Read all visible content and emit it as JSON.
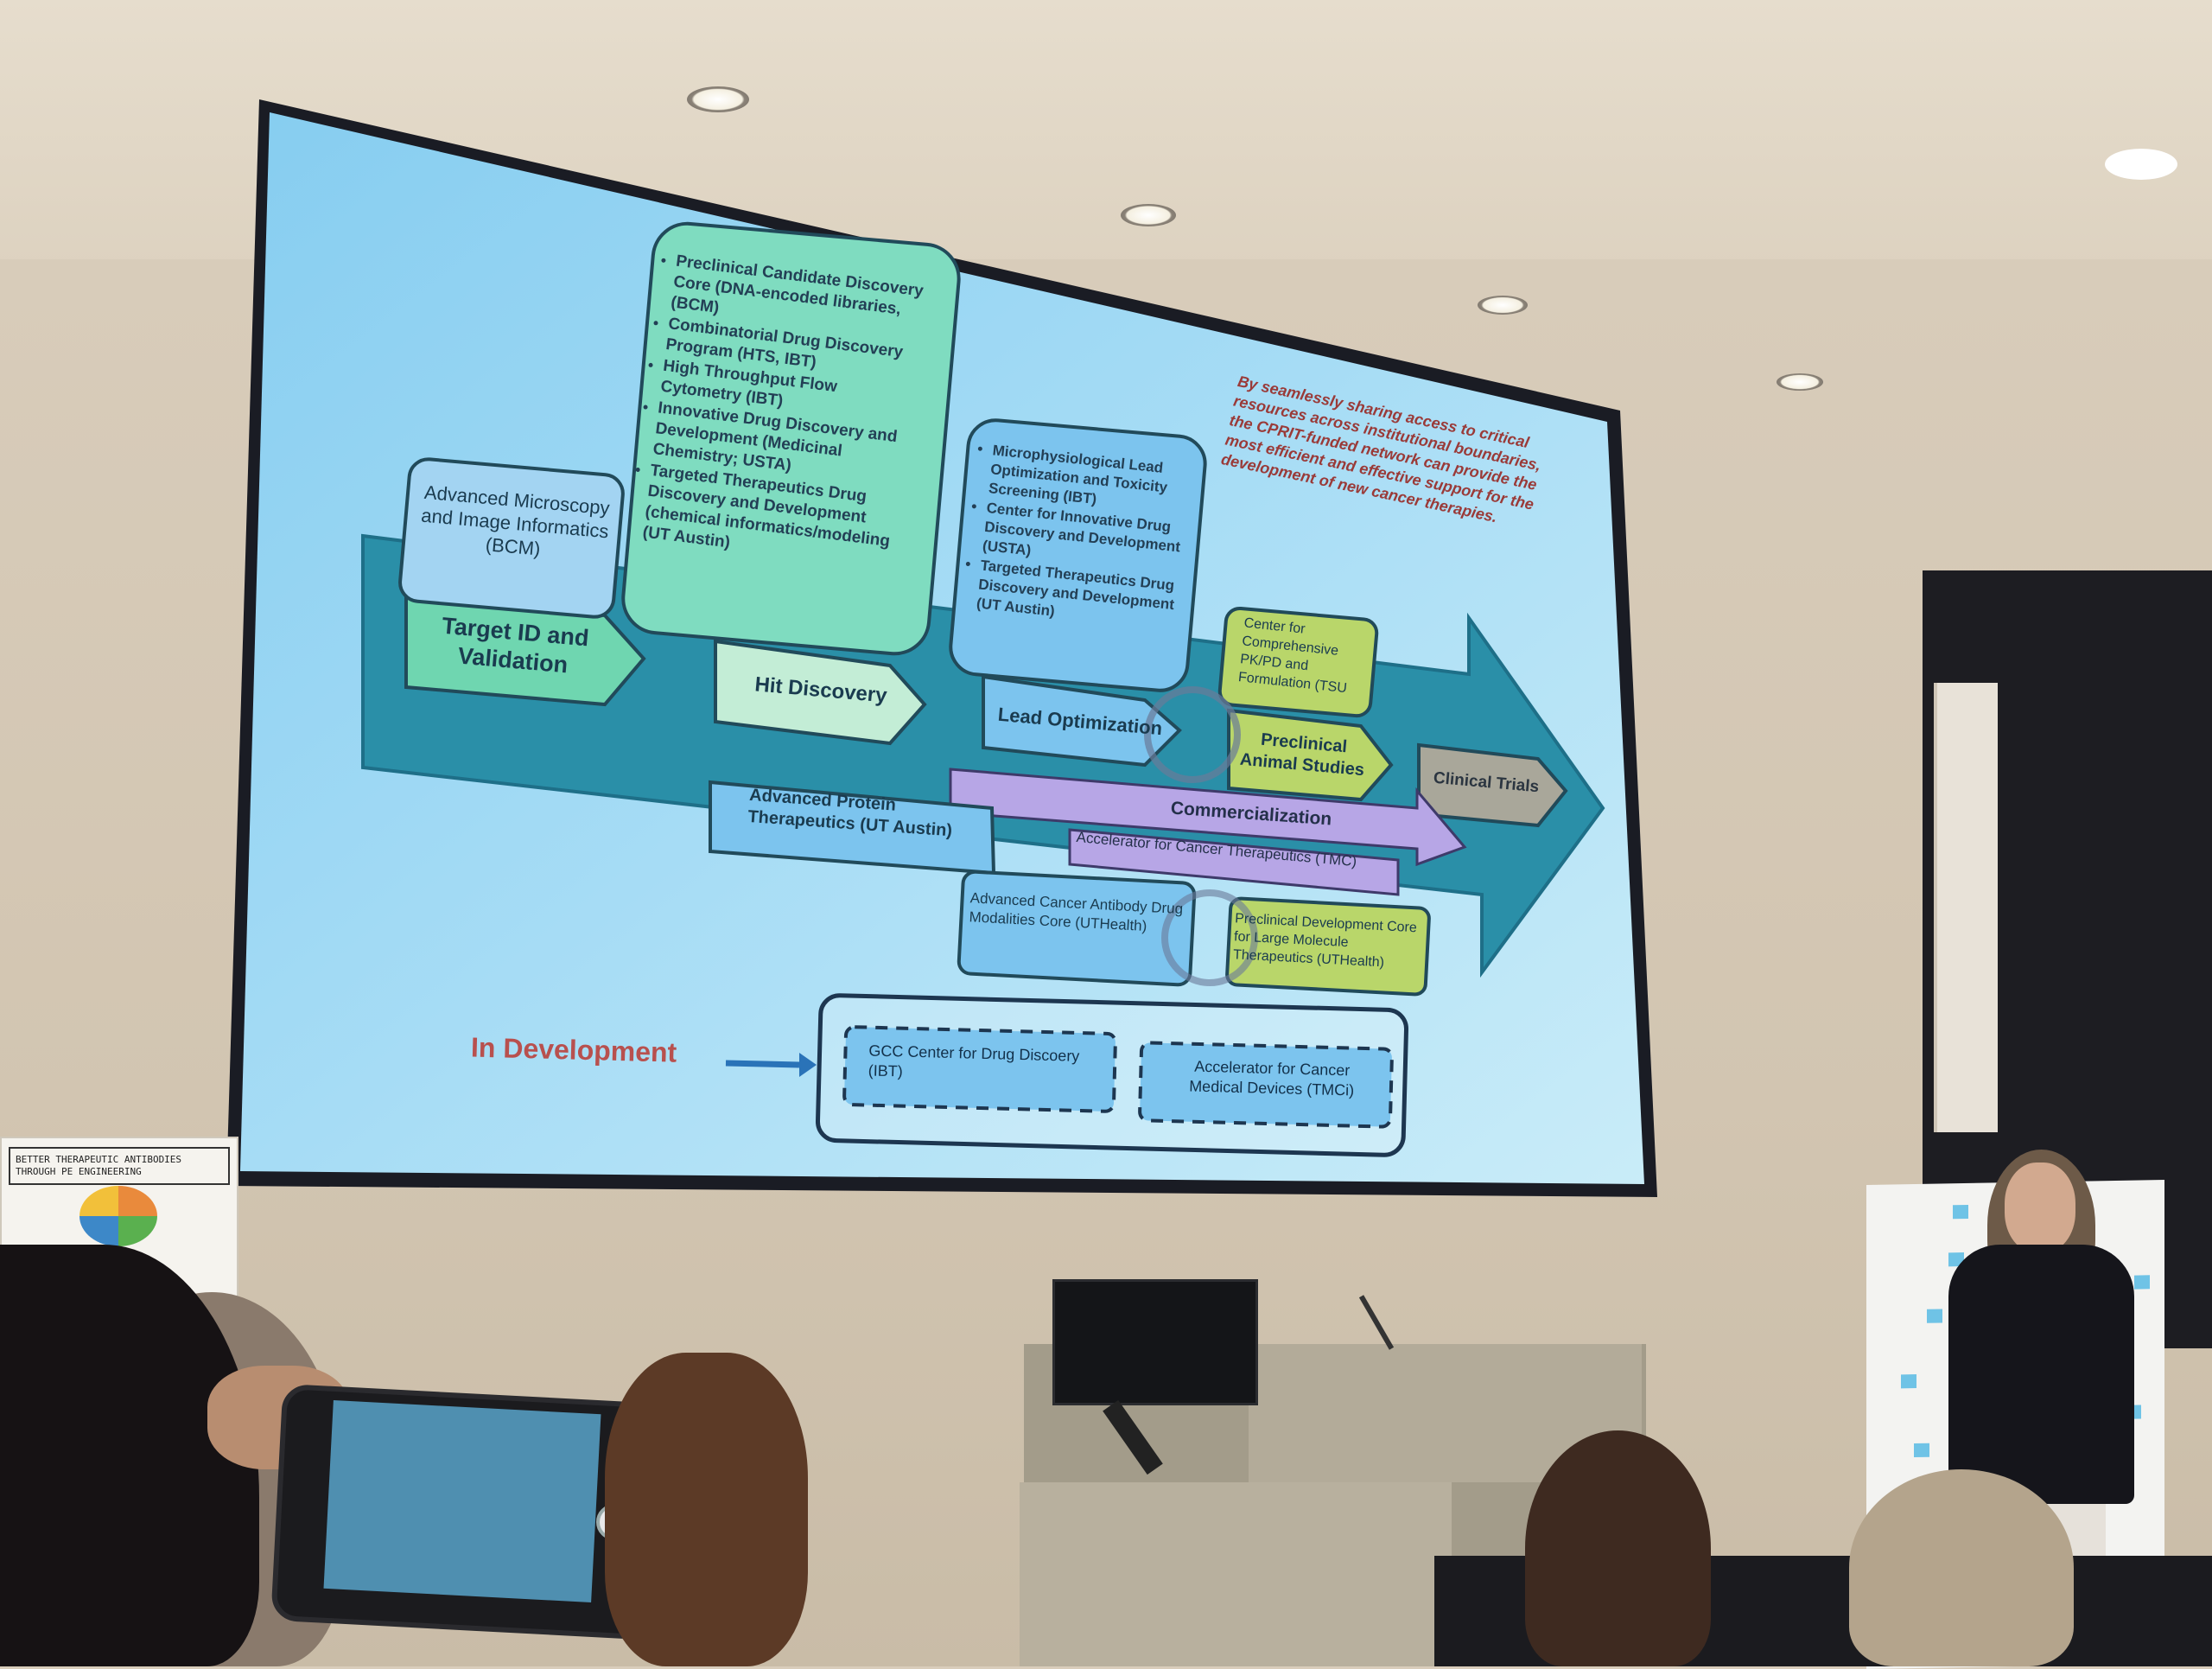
{
  "slide": {
    "intro_text": "By seamlessly sharing access to critical resources across institutional boundaries, the CPRIT-funded network can provide the most efficient and effective support for the development of new cancer therapies.",
    "stages": {
      "target": "Target ID and Validation",
      "hit": "Hit Discovery",
      "lead": "Lead Optimization",
      "preclinical": "Preclinical Animal Studies",
      "clinical": "Clinical Trials"
    },
    "boxes": {
      "microscopy": "Advanced Microscopy and Image Informatics (BCM)",
      "hit_items": [
        "Preclinical Candidate Discovery Core (DNA-encoded libraries, (BCM)",
        "Combinatorial Drug Discovery Program (HTS, IBT)",
        "High Throughput Flow Cytometry (IBT)",
        "Innovative Drug Discovery and Development (Medicinal Chemistry; USTA)",
        "Targeted Therapeutics Drug Discovery and Development (chemical informatics/modeling (UT Austin)"
      ],
      "lead_items": [
        "Microphysiological Lead Optimization and Toxicity Screening (IBT)",
        "Center for Innovative Drug Discovery and Development (USTA)",
        "Targeted Therapeutics Drug Discovery and Development (UT Austin)"
      ],
      "pkpd": "Center for Comprehensive PK/PD and Formulation (TSU",
      "protein": "Advanced Protein Therapeutics (UT Austin)",
      "commercialization": "Commercialization",
      "accelerator": "Accelerator for Cancer Therapeutics (TMC)",
      "antibody": "Advanced Cancer Antibody Drug Modalities Core (UTHealth)",
      "large_molecule": "Preclinical Development Core for Large Molecule Therapeutics (UTHealth)"
    },
    "in_development": {
      "label": "In Development",
      "items": [
        "GCC Center for Drug Discoery (IBT)",
        "Accelerator for Cancer Medical Devices (TMCi)"
      ]
    },
    "colors": {
      "arrow": "#2a8fa8",
      "teal_box": "#6fd6b0",
      "blue_box": "#7cc4ee",
      "lime_box": "#b9d66a",
      "purple_band": "#b7a6e6",
      "gray_stage": "#a9a79a",
      "in_dev_label": "#b8504e"
    }
  },
  "poster": {
    "title": "BETTER THERAPEUTIC ANTIBODIES THROUGH PE ENGINEERING"
  }
}
